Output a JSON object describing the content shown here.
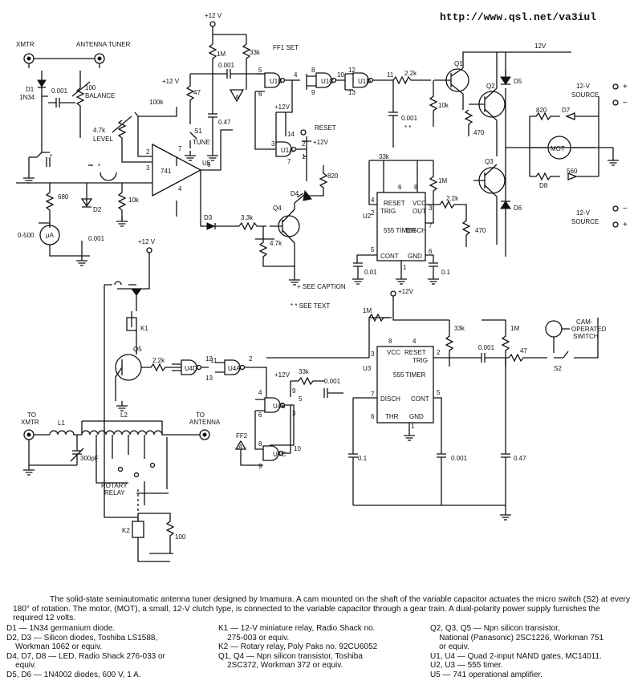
{
  "url": "http://www.qsl.net/va3iul",
  "labels": {
    "xmtr": "XMTR",
    "antenna_tuner": "ANTENNA TUNER",
    "d1": "D1",
    "d1_part": "1N34",
    "c_001a": "0.001",
    "balance_val": "100",
    "balance": "BALANCE",
    "r100k": "100k",
    "level_val": "4.7k",
    "level": "LEVEL",
    "star": "*",
    "u5": "U5",
    "u5_part": "741",
    "r680": "680",
    "d2": "D2",
    "r10k_a": "10k",
    "meter": "μA",
    "meter_range": "0-500",
    "c_001b": "0.001",
    "plus12_a": "+12 V",
    "r1m_a": "1M",
    "r33k_a": "33k",
    "r47": "47",
    "c_001c": "0.001",
    "s1": "S1",
    "tune": "TUNE",
    "c047_a": "0.47",
    "ff1": "FF1 SET",
    "u1a": "U1A",
    "u1b": "U1B",
    "u1c": "U1C",
    "u1d": "U1D",
    "a_flag": "A",
    "reset": "RESET",
    "plus12_b": "+12V",
    "plus12_c": "+12V",
    "r820_a": "820",
    "d4": "D4",
    "q4": "Q4",
    "d3": "D3",
    "r33k_b": "3.3k",
    "r47k": "4.7k",
    "v12": "12V",
    "q1": "Q1",
    "q2": "Q2",
    "q3": "Q3",
    "r22k_a": "2.2k",
    "r10k_b": "10k",
    "c_001d": "0.001",
    "dstar": "* *",
    "r470_a": "470",
    "d5": "D5",
    "d6": "D6",
    "r820_b": "820",
    "d7": "D7",
    "d8": "D8",
    "mot": "MOT",
    "r560": "560",
    "src12": "12-V",
    "source": "SOURCE",
    "r33k_c": "33k",
    "r1m_b": "1M",
    "reset_t": "RESET",
    "trig": "TRIG",
    "vcc": "VCC",
    "out": "OUT",
    "disch": "DISCH",
    "cont": "CONT",
    "gnd": "GND",
    "thr": "THR",
    "u2": "U2",
    "timer555": "555 TIMER",
    "r22k_b": "2.2k",
    "r470_b": "470",
    "c001_e": "0.01",
    "c01_a": "0.1",
    "see_caption": "+ SEE CAPTION",
    "see_text": "* * SEE TEXT",
    "plus12_d": "+12V",
    "plus12_e": "+12 V",
    "k1": "K1",
    "q5": "Q5",
    "r22k_c": "2.2k",
    "u4d": "U4D",
    "u4a": "U4A",
    "r1m_c": "1M",
    "r33k_d": "33k",
    "r1m_d": "1M",
    "c0001_f": "0.001",
    "r47b": "47",
    "cam": "CAM-OPERATED SWITCH",
    "s2": "S2",
    "u3": "U3",
    "c_001g": "0.001",
    "r33k_e": "33k",
    "u4b": "U4B",
    "u4c": "U4C",
    "ff2": "FF2",
    "to_xmtr": "TO XMTR",
    "l1": "L1",
    "l2": "L2",
    "to_antenna": "TO ANTENNA",
    "c300": "300pF",
    "rotary": "ROTARY RELAY",
    "k2": "K2",
    "r100": "100",
    "c01_b": "0.1",
    "c0001_h": "0.001",
    "c047_b": "0.47",
    "p1": "1",
    "p2": "2",
    "p3": "3",
    "p4": "4",
    "p5": "5",
    "p6": "6",
    "p7": "7",
    "p8": "8",
    "p9": "9",
    "p10": "10",
    "p11": "11",
    "p12": "12",
    "p13": "13",
    "p14": "14"
  },
  "caption": "The solid-state semiautomatic antenna tuner designed by Imamura. A cam mounted on the shaft of the variable capacitor actuates the micro switch (S2) at every 180° of rotation. The motor, (MOT), a small, 12-V clutch type, is connected to the variable capacitor through a gear train. A dual-polarity power supply furnishes the required 12 volts.",
  "parts_col1": [
    "D1 — 1N34 germanium diode.",
    "D2, D3 — Silicon diodes, Toshiba LS1588,",
    "    Workman 1062 or equiv.",
    "D4, D7, D8 — LED, Radio Shack 276-033 or",
    "    equiv.",
    "D5, D6 — 1N4002 diodes, 600 V, 1 A."
  ],
  "parts_col2": [
    "K1 — 12-V miniature relay, Radio Shack no.",
    "    275-003 or equiv.",
    "K2 — Rotary relay, Poly Paks no. 92CU6052",
    "Q1, Q4 — Npn silicon transistor, Toshiba",
    "    2SC372, Workman 372 or equiv."
  ],
  "parts_col3": [
    "Q2, Q3, Q5 — Npn silicon transistor,",
    "    National (Panasonic) 2SC1226, Workman 751",
    "    or equiv.",
    "U1, U4 — Quad 2-input NAND gates, MC14011.",
    "U2, U3 — 555 timer.",
    "U5 — 741 operational amplifier."
  ]
}
